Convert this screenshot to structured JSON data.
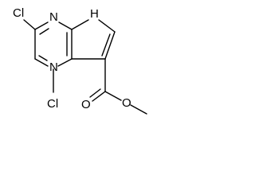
{
  "molecule": {
    "labels": {
      "cl_top": "Cl",
      "n_ring_top": "N",
      "nh": "H",
      "n_ring_left": "N",
      "cl_bottom": "Cl",
      "o_carbonyl": "O",
      "o_ester": "O"
    }
  },
  "colors": {
    "bond": "#000000",
    "text": "#000000",
    "background": "#ffffff"
  }
}
